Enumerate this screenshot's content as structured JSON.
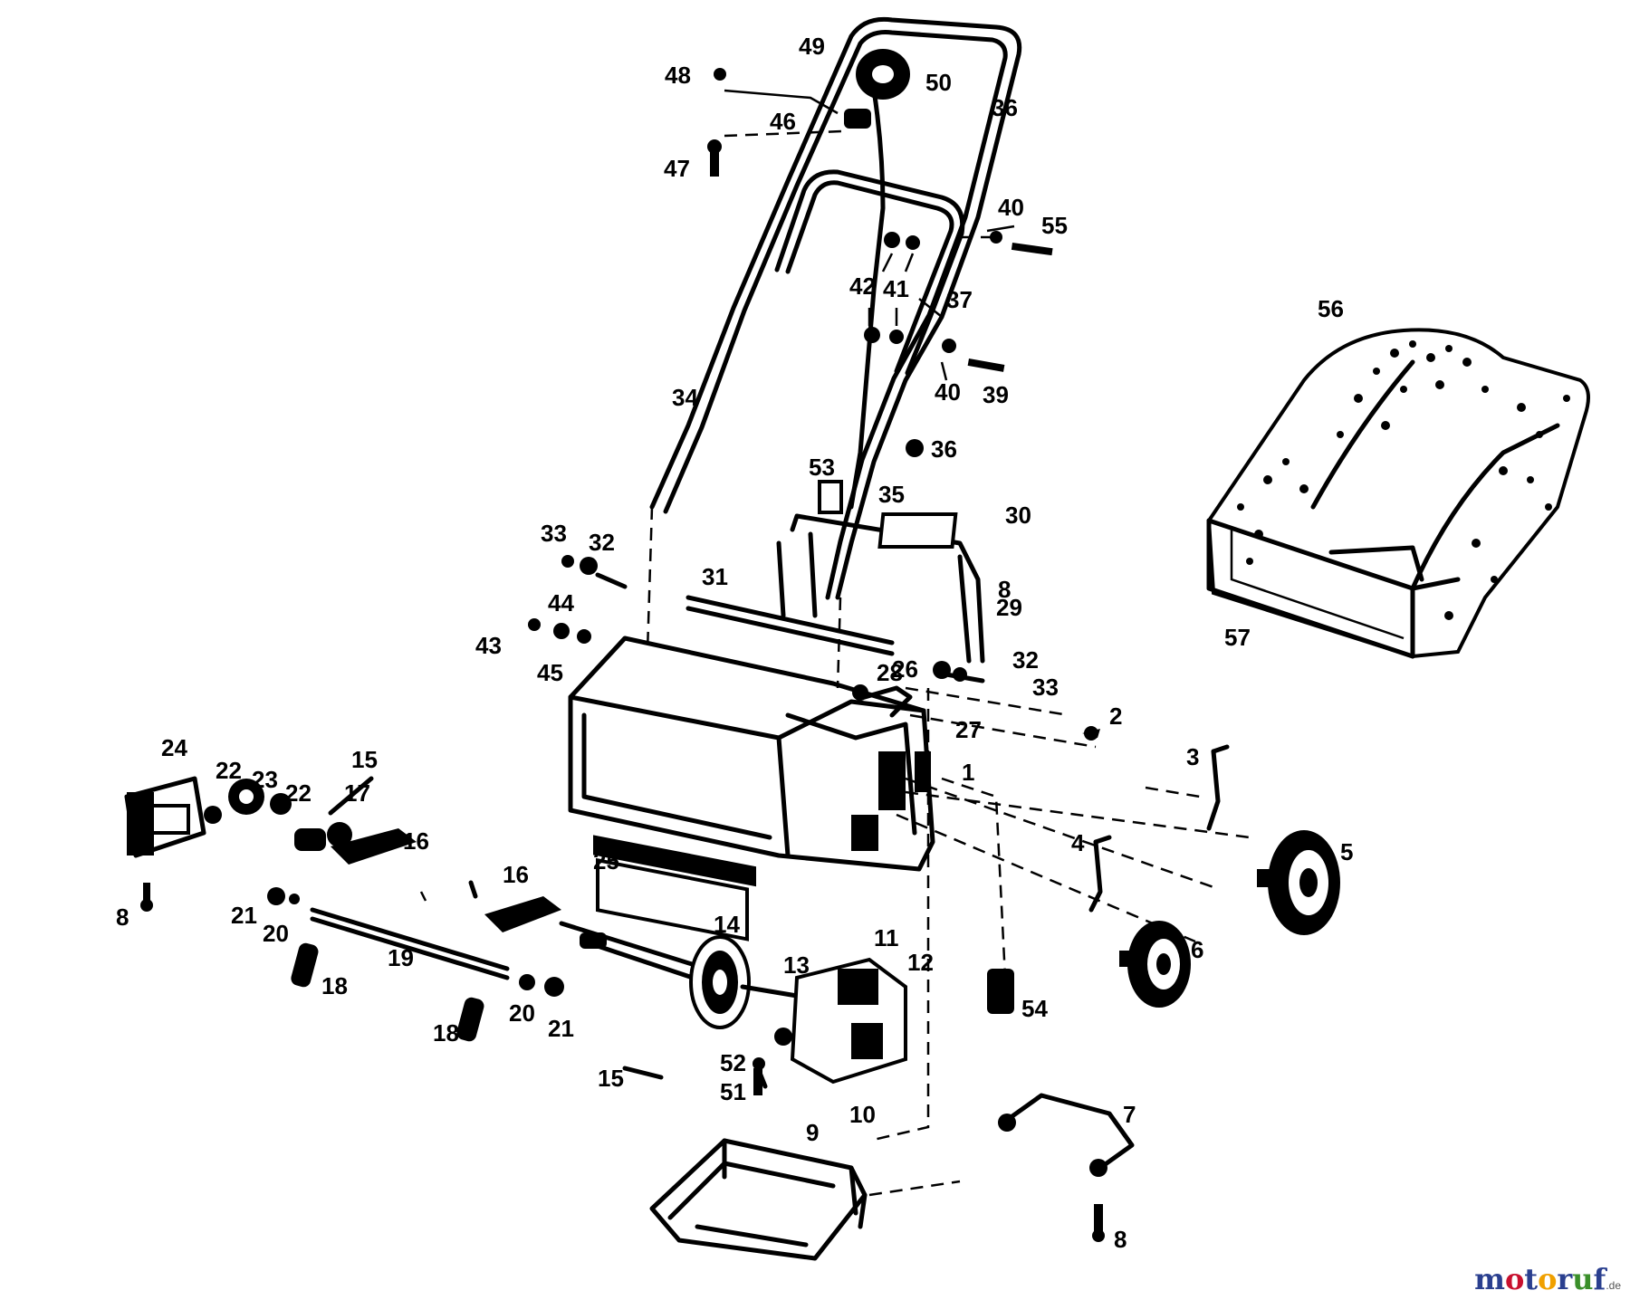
{
  "part_numbers": [
    "1",
    "2",
    "3",
    "4",
    "5",
    "6",
    "7",
    "8",
    "8",
    "8",
    "9",
    "10",
    "11",
    "12",
    "13",
    "14",
    "15",
    "15",
    "16",
    "16",
    "17",
    "18",
    "18",
    "19",
    "20",
    "20",
    "21",
    "21",
    "22",
    "22",
    "23",
    "24",
    "25",
    "26",
    "27",
    "28",
    "29",
    "30",
    "31",
    "32",
    "32",
    "33",
    "33",
    "34",
    "35",
    "36",
    "36",
    "37",
    "39",
    "40",
    "40",
    "41",
    "42",
    "43",
    "44",
    "45",
    "46",
    "47",
    "48",
    "49",
    "50",
    "51",
    "52",
    "53",
    "54",
    "55",
    "56",
    "57"
  ],
  "watermark": {
    "letters": [
      "m",
      "o",
      "t",
      "o",
      "r",
      "u",
      "f"
    ],
    "domain": ".de",
    "colors": [
      "#2a3f8f",
      "#c8102e",
      "#2a3f8f",
      "#f0a000",
      "#2a3f8f",
      "#3a8f2a",
      "#2a3f8f"
    ]
  }
}
